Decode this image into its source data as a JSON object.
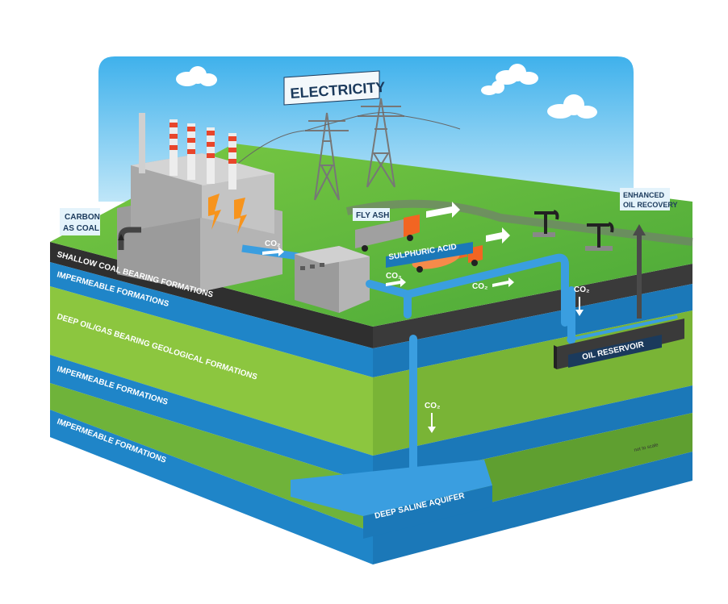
{
  "labels": {
    "electricity": "ELECTRICITY",
    "carbon_line1": "CARBON",
    "carbon_line2": "AS COAL",
    "fly_ash": "FLY ASH",
    "sulphuric_acid": "SULPHURIC ACID",
    "co2": "CO₂",
    "enhanced_line1": "ENHANCED",
    "enhanced_line2": "OIL RECOVERY",
    "oil_reservoir": "OIL RESERVOIR",
    "deep_saline_aquifer": "DEEP SALINE AQUIFER",
    "not_to_scale": "not to scale"
  },
  "layers": {
    "shallow_coal": "SHALLOW COAL BEARING FORMATIONS",
    "impermeable_1": "IMPERMEABLE FORMATIONS",
    "deep_oil_gas": "DEEP OIL/GAS BEARING GEOLOGICAL FORMATIONS",
    "impermeable_2": "IMPERMEABLE FORMATIONS",
    "impermeable_3": "IMPERMEABLE FORMATIONS"
  },
  "colors": {
    "sky": "#6cc3ee",
    "grass": "#5fb841",
    "coal_layer": "#2f2f2f",
    "impermeable": "#1f85c8",
    "oil_gas_layer": "#8cc63f",
    "pipe": "#3a9ee0",
    "truck_orange": "#f26522"
  }
}
